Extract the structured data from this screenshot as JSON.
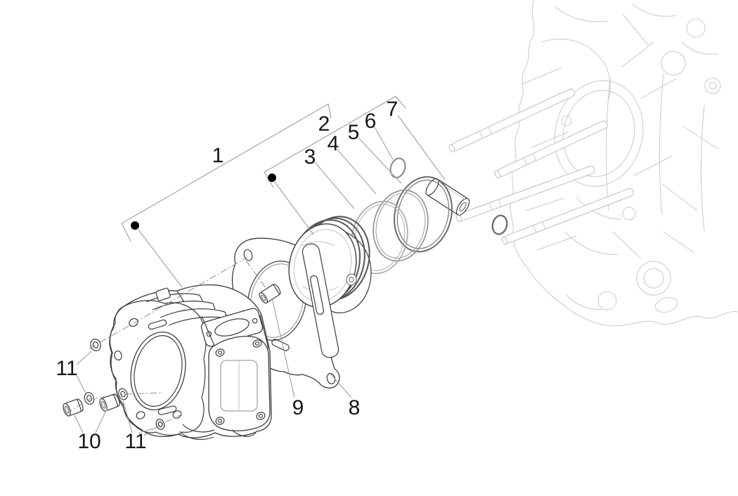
{
  "figure": {
    "type": "exploded-parts-diagram",
    "subject": "engine cylinder, piston, rings and gasket assembly in front of crankcase",
    "background_color": "#ffffff",
    "ink_color": "#3c3c3c",
    "faint_drawing_color": "#c9c9c9",
    "leader_line_color": "#9e9e9e",
    "callout_dot_color": "#000000",
    "ring_colors": [
      "#adadad",
      "#999999",
      "#6a6a6a"
    ],
    "callouts": [
      {
        "id": "1",
        "label": "1"
      },
      {
        "id": "2",
        "label": "2"
      },
      {
        "id": "3",
        "label": "3"
      },
      {
        "id": "4",
        "label": "4"
      },
      {
        "id": "5",
        "label": "5"
      },
      {
        "id": "6",
        "label": "6"
      },
      {
        "id": "7",
        "label": "7"
      },
      {
        "id": "8",
        "label": "8"
      },
      {
        "id": "9",
        "label": "9"
      },
      {
        "id": "10",
        "label": "10"
      },
      {
        "id": "11a",
        "label": "11"
      },
      {
        "id": "11b",
        "label": "11"
      }
    ]
  }
}
